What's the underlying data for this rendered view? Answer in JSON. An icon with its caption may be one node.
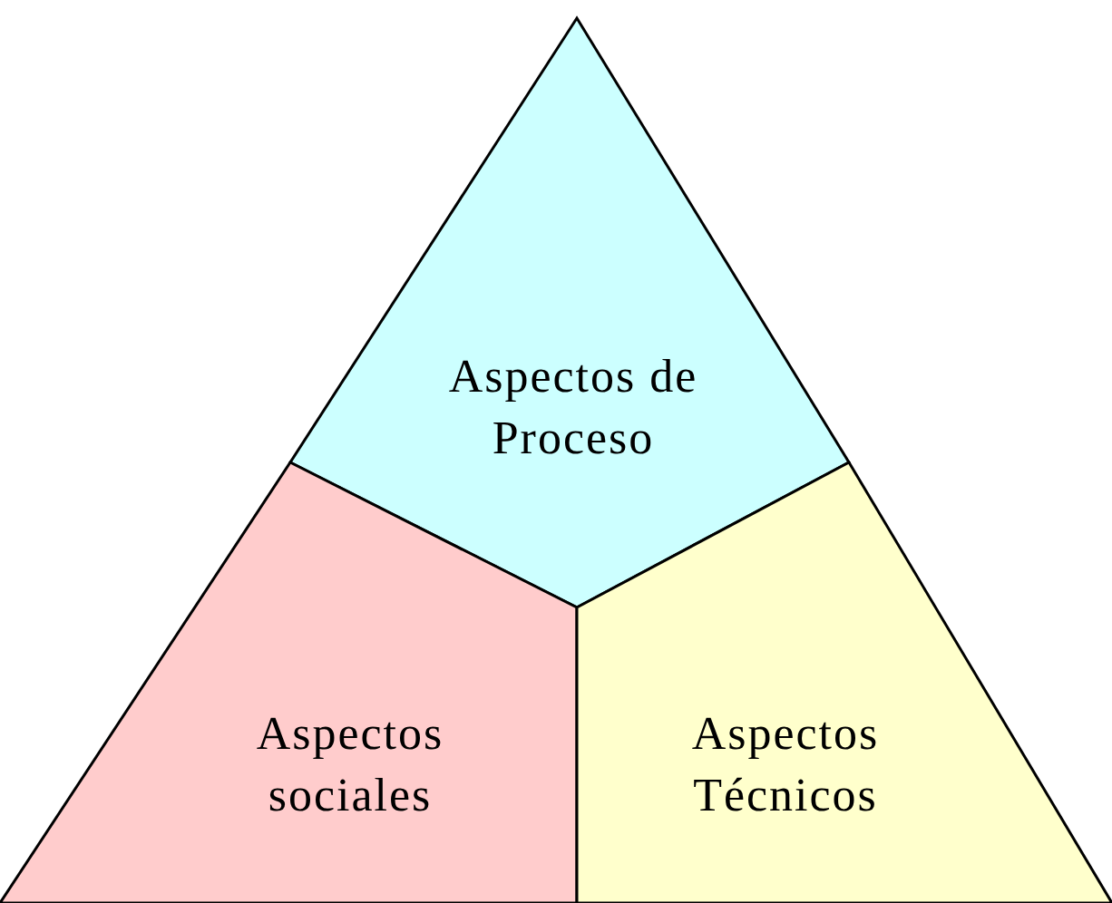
{
  "diagram": {
    "nodes": [
      {
        "text": [
          "Aspectos de Proceso"
        ]
      },
      {
        "text": [
          "Aspectos sociales"
        ]
      },
      {
        "text": [
          "Aspectos Técnicos"
        ]
      }
    ]
  }
}
